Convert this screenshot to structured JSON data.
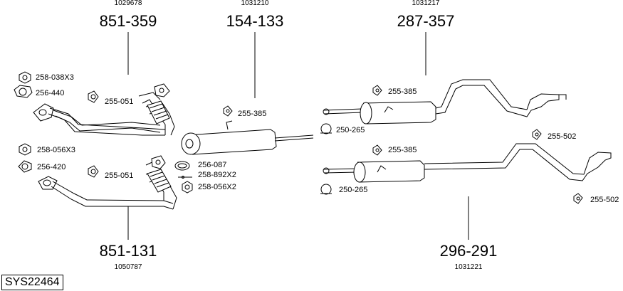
{
  "groups": [
    {
      "part_no": "851-359",
      "ref_no": "1029678"
    },
    {
      "part_no": "154-133",
      "ref_no": "1031210"
    },
    {
      "part_no": "287-357",
      "ref_no": "1031217"
    },
    {
      "part_no": "851-131",
      "ref_no": "1050787"
    },
    {
      "part_no": "296-291",
      "ref_no": "1031221"
    }
  ],
  "labels": {
    "nut_258_038": "258-038X3",
    "ring_256_440": "256-440",
    "clamp_255_051_top": "255-051",
    "nut_258_056_left": "258-056X3",
    "ring_256_420": "256-420",
    "clamp_255_051_bottom": "255-051",
    "ring_256_087": "256-087",
    "bolt_258_892": "258-892X2",
    "nut_258_056_mid": "258-056X2",
    "hanger_255_385_mid": "255-385",
    "hanger_255_385_top": "255-385",
    "clamp_250_265_top": "250-265",
    "hanger_255_502_top": "255-502",
    "hanger_255_385_bottom": "255-385",
    "clamp_250_265_bottom": "250-265",
    "hanger_255_502_bottom": "255-502"
  },
  "system_code": "SYS22464"
}
